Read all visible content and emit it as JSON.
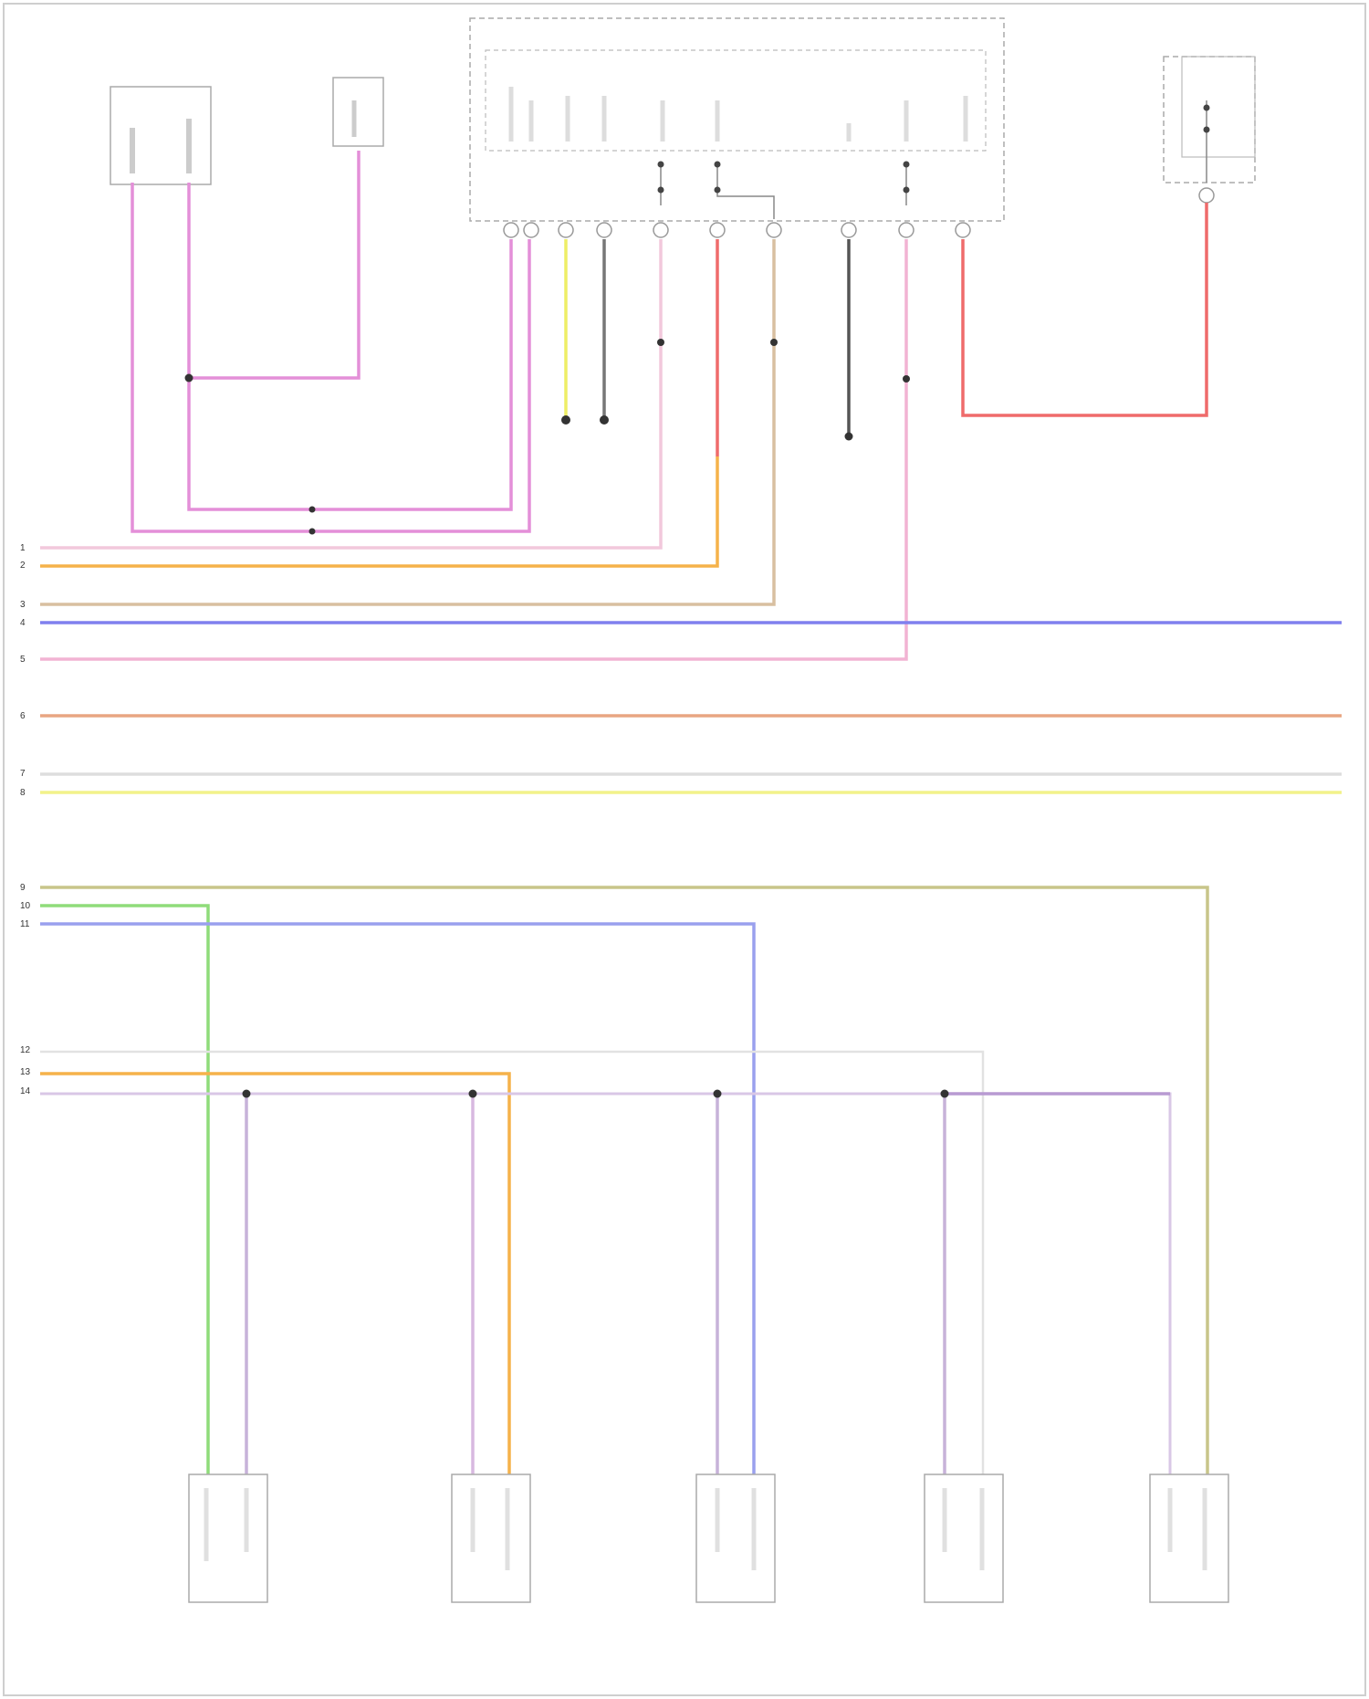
{
  "diagram": {
    "title": "",
    "watermark": "",
    "colors": {
      "pink": "#e48fd8",
      "pink_light": "#f2b3e6",
      "red": "#ef6b6b",
      "yellow": "#eeee66",
      "orange": "#f5b24a",
      "tan": "#d8bfa0",
      "blue": "#8080ee",
      "salmon": "#e8a582",
      "green": "#8fdc7a",
      "olive": "#c8c58a",
      "lightblue": "#9aa0ee",
      "purple": "#b89ad2",
      "gray": "#cccccc",
      "black": "#444444"
    },
    "connectors": {
      "tl": [],
      "tm": [],
      "module": [],
      "battery": []
    },
    "bottom_sensors": [
      {
        "label": [],
        "pins": []
      },
      {
        "label": [],
        "pins": []
      },
      {
        "label": [],
        "pins": []
      },
      {
        "label": [],
        "pins": []
      },
      {
        "label": [],
        "pins": []
      }
    ],
    "notes": {
      "splice_1": [],
      "ground_1": [],
      "ground_2": [],
      "splice_2": []
    },
    "bus_lines": [
      {
        "num": "",
        "left_label": "",
        "right_label": "",
        "color": "tan"
      },
      {
        "num": "",
        "left_label": "",
        "right_label": "",
        "color": "orange"
      },
      {
        "num": "",
        "left_label": "",
        "right_label": "",
        "color": "tan"
      },
      {
        "num": "",
        "left_label": "",
        "right_label": "",
        "color": "blue"
      },
      {
        "num": "",
        "left_label": "",
        "right_label": "",
        "color": "tan"
      },
      {
        "num": "",
        "left_label": "",
        "right_label": "",
        "color": "salmon"
      },
      {
        "num": "",
        "left_label": "",
        "right_label": "",
        "color": "gray"
      },
      {
        "num": "",
        "left_label": "",
        "right_label": "",
        "color": "yellow"
      },
      {
        "num": "",
        "left_label": "",
        "right_label": "",
        "color": "olive"
      },
      {
        "num": "",
        "left_label": "",
        "right_label": "",
        "color": "green"
      },
      {
        "num": "",
        "left_label": "",
        "right_label": "",
        "color": "lightblue"
      },
      {
        "num": "",
        "left_label": "",
        "right_label": "",
        "color": "gray"
      },
      {
        "num": "",
        "left_label": "",
        "right_label": "",
        "color": "orange"
      },
      {
        "num": "",
        "left_label": "",
        "right_label": "",
        "color": "purple"
      }
    ]
  }
}
